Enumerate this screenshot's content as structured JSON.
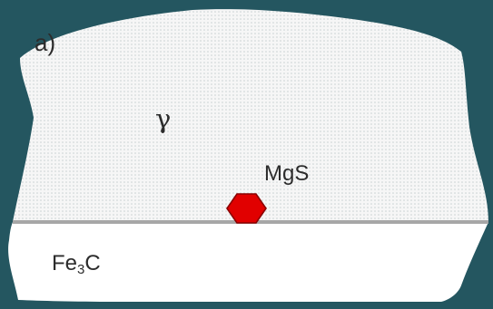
{
  "labels": {
    "panel": "a)",
    "matrix": "γ",
    "inclusion": "MgS",
    "carbide_main": "Fe",
    "carbide_sub": "3",
    "carbide_tail": "C"
  },
  "colors": {
    "background": "#245660",
    "austenite_fill": "#f6f6f6",
    "austenite_dots": "#c9d1d3",
    "cementite_fill": "#ffffff",
    "interface_line": "#a7a7a7",
    "inclusion_fill": "#e10000",
    "inclusion_stroke": "#8a0000",
    "text": "#2c2c2c"
  }
}
